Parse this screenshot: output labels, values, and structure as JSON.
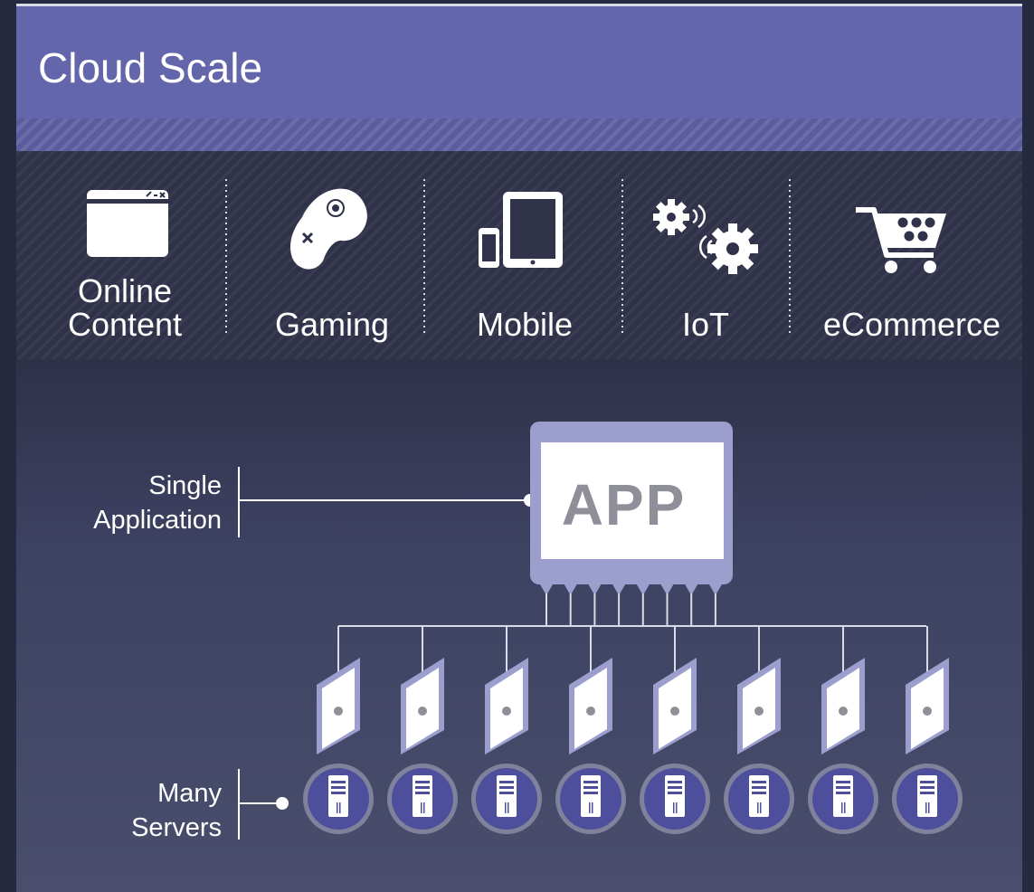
{
  "header": {
    "title": "Cloud Scale"
  },
  "categories": [
    {
      "label": "Online Content",
      "icon": "browser-window-icon"
    },
    {
      "label": "Gaming",
      "icon": "game-controller-icon"
    },
    {
      "label": "Mobile",
      "icon": "mobile-devices-icon"
    },
    {
      "label": "IoT",
      "icon": "iot-gears-icon"
    },
    {
      "label": "eCommerce",
      "icon": "shopping-cart-icon"
    }
  ],
  "diagram": {
    "app_label": "APP",
    "single_application_label": "Single Application",
    "many_servers_label": "Many Servers",
    "server_count": 8
  },
  "colors": {
    "header": "#6466ab",
    "accent_light": "#9c9ecd",
    "server_fill": "#4e4f9c",
    "background": "#2f3149"
  }
}
